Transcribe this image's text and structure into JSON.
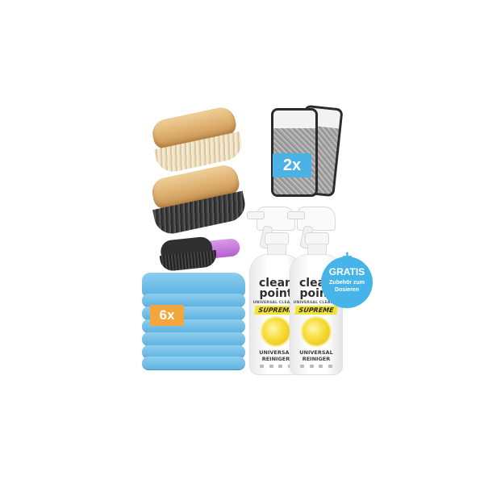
{
  "sponges": {
    "badge": "2x"
  },
  "towels": {
    "badge": "6x"
  },
  "bottles": [
    {
      "brand_line1": "clean",
      "brand_line2": "point",
      "subtitle": "UNIVERSAL CLEANER",
      "variant": "SUPREME",
      "product_line1": "UNIVERSAL",
      "product_line2": "REINIGER"
    },
    {
      "brand_line1": "clean",
      "brand_line2": "point",
      "subtitle": "UNIVERSAL CLEANER",
      "variant": "SUPREME",
      "product_line1": "UNIVERSAL",
      "product_line2": "REINIGER"
    }
  ],
  "promo": {
    "plus": "+",
    "title": "GRATIS",
    "text": "Zubehör zum Dosieren"
  },
  "colors": {
    "accent_blue": "#47b4e9",
    "label_yellow": "#f2e233",
    "towel_blue": "#6cc0ea"
  }
}
